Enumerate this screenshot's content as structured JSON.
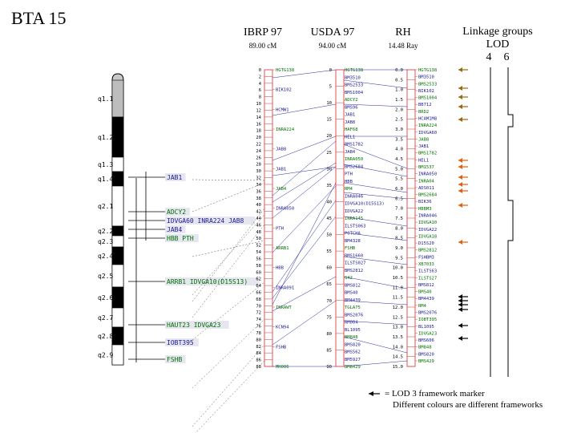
{
  "title": "BTA 15",
  "headers": {
    "ibrp": {
      "name": "IBRP 97",
      "len": "89.00 cM"
    },
    "usda": {
      "name": "USDA 97",
      "len": "94.00 cM"
    },
    "rh": {
      "name": "RH",
      "len": "14.48 Ray"
    },
    "linkage": "Linkage groups",
    "lod": "LOD",
    "lod_a": "4",
    "lod_b": "6"
  },
  "legend": {
    "line1": "= LOD 3 framework marker",
    "line2": "Different colours are different  frameworks"
  },
  "colors": {
    "frame": "#e05050",
    "link": "#2a2aa0",
    "marker_green": "#007000",
    "marker_blue": "#1a1a90",
    "arrow_brown": "#9a6a10",
    "arrow_orange": "#e06010",
    "arrow_black": "#000000"
  },
  "ideogram": {
    "bands": [
      "q1.1",
      "q1.2",
      "q1.3",
      "q1.4",
      "q2.1",
      "q2.2",
      "q2.3",
      "q2.4",
      "q2.5",
      "q2.6",
      "q2.7",
      "q2.8",
      "q2.9"
    ],
    "genes": [
      "JAB1",
      "ADCY2",
      "IDVGA60",
      "INRA224",
      "JAB8",
      "JAB4",
      "HBB",
      "PTH",
      "ARRB1",
      "IDVGA10(D15S13)",
      "HAUT23",
      "IDVGA23",
      "IOBT395",
      "FSHB"
    ]
  },
  "ibrp": {
    "ticks": [
      "0",
      "2",
      "4",
      "6",
      "8",
      "10",
      "12",
      "14",
      "16",
      "18",
      "20",
      "22",
      "24",
      "26",
      "28",
      "30",
      "32",
      "34",
      "36",
      "38",
      "40",
      "42",
      "44",
      "46",
      "48",
      "50",
      "52",
      "54",
      "56",
      "58",
      "60",
      "62",
      "64",
      "66",
      "68",
      "70",
      "72",
      "74",
      "76",
      "78",
      "80",
      "82",
      "84",
      "86",
      "88"
    ],
    "markers": [
      "HGTG138",
      "BIK102",
      "HCMW1",
      "INRA224",
      "JAB8",
      "JAB1",
      "JAB4",
      "INRA050",
      "PTH",
      "ARRB1",
      "HBB",
      "INRA091",
      "INRAWT",
      "KCN94",
      "FSHB",
      "MH006"
    ]
  },
  "usda": {
    "ticks": [
      "0",
      "5",
      "10",
      "15",
      "20",
      "25",
      "30",
      "35",
      "40",
      "45",
      "50",
      "55",
      "60",
      "65",
      "70",
      "75",
      "80",
      "85",
      "90"
    ],
    "markers": [
      "HGTG138",
      "BM3510",
      "BMS2533",
      "BMS1004",
      "ADCY2",
      "BMS96",
      "JAB1",
      "JAB8",
      "HAF68",
      "HEL1",
      "BMS1782",
      "JAB4",
      "INRA050",
      "BMS2684",
      "PTH",
      "HBB",
      "RM4",
      "INRA046",
      "IDVGA10(D15S13)",
      "IDVGA22",
      "INRA145",
      "ILSTS063",
      "POTCHA",
      "BM4328",
      "FSHB",
      "BMS1660",
      "ILSTS027",
      "BMS2812",
      "G42",
      "BMS812",
      "BMS40",
      "BM4439",
      "TGLA75",
      "BMS2076",
      "RM004",
      "BL1095",
      "BM848",
      "BMS820",
      "BMS562",
      "BM5927",
      "BM8429"
    ]
  },
  "rh": {
    "ticks": [
      "0.0",
      "0.5",
      "1.0",
      "1.5",
      "2.0",
      "2.5",
      "3.0",
      "3.5",
      "4.0",
      "4.5",
      "5.0",
      "5.5",
      "6.0",
      "6.5",
      "7.0",
      "7.5",
      "8.0",
      "8.5",
      "9.0",
      "9.5",
      "10.0",
      "10.5",
      "11.0",
      "11.5",
      "12.0",
      "12.5",
      "13.0",
      "13.5",
      "14.0",
      "14.5",
      "15.0"
    ],
    "markers": [
      "HGTG138",
      "BM3510",
      "BMS2533",
      "BIK102",
      "BMS1004",
      "BB712",
      "BRD2",
      "HCAM1M8",
      "INRA224",
      "IDVGA60",
      "JAB8",
      "JAB1",
      "BMS1782",
      "HEL1",
      "BM1537",
      "INRA050",
      "INRA04",
      "ADS011",
      "BMS2684",
      "BIK36",
      "HBBM3",
      "INRA046",
      "IDVGA10",
      "IDVGA22",
      "IDVGA18",
      "D15S20",
      "BMS2812",
      "FSHBM3",
      "XB7033",
      "ILSTS63",
      "ILSTS27",
      "BMS812",
      "BMS40",
      "BM4439",
      "RM4",
      "BMS2076",
      "IOBT395",
      "BL1095",
      "IDVGA23",
      "BMS606",
      "BM848",
      "BMS820",
      "BMS429"
    ]
  }
}
